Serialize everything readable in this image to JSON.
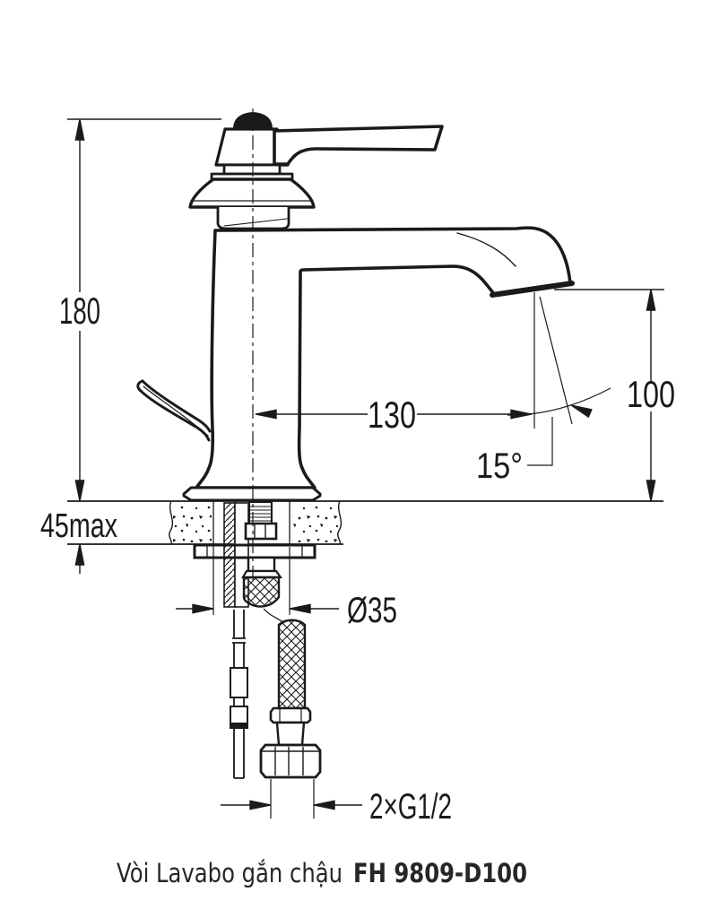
{
  "caption": {
    "product": "Vòi Lavabo gắn chậu",
    "model": "FH 9809-D100"
  },
  "dimensions": {
    "overall_height": "180",
    "spout_reach": "130",
    "outlet_height": "100",
    "deck_thickness_max": "45max",
    "spout_angle": "15°",
    "hole_diameter": "Ø35",
    "inlet_connection": "2×G1/2"
  },
  "colors": {
    "line": "#1a1a1a",
    "background": "#ffffff"
  }
}
